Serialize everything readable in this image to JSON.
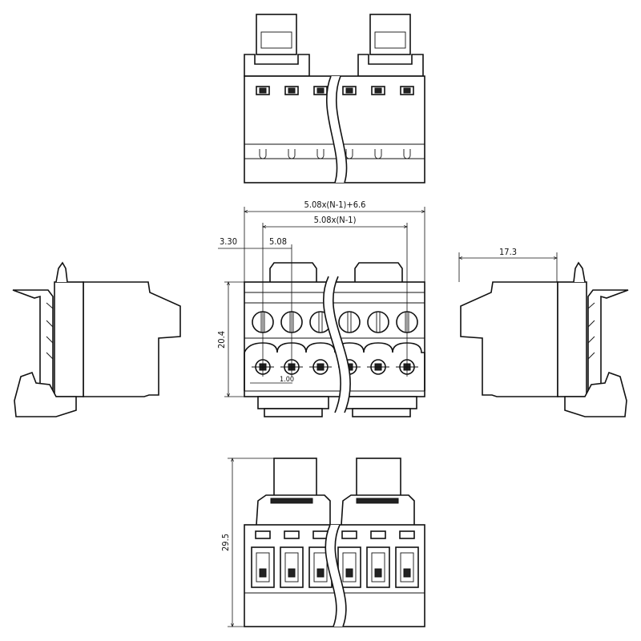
{
  "drawing": {
    "views": [
      "top-view",
      "front-view",
      "left-side-view",
      "right-side-view",
      "bottom-view"
    ],
    "dimensions": {
      "overall_width": "5.08x(N-1)+6.6",
      "pitch_span": "5.08x(N-1)",
      "edge_offset": "3.30",
      "pitch": "5.08",
      "height": "20.4",
      "pin_size": "1.00",
      "side_depth": "17.3",
      "total_height": "29.5"
    }
  }
}
